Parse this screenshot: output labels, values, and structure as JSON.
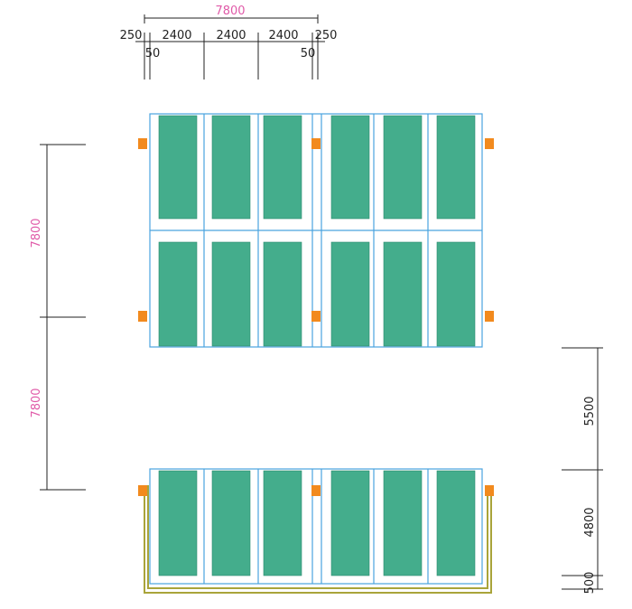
{
  "colors": {
    "panel": "#44ad8c",
    "frame": "#4aa3df",
    "post": "#f28a1e",
    "pink_dimension": "#e05aa8",
    "base": "#a9a43a"
  },
  "top_dims": {
    "total": "7800",
    "left_margin": "250",
    "right_margin": "250",
    "spans": [
      "2400",
      "2400",
      "2400"
    ],
    "left_offset": "50",
    "right_offset": "50"
  },
  "left_dims": {
    "upper": "7800",
    "lower": "7800"
  },
  "right_dims": {
    "upper": "5500",
    "middle": "4800",
    "bottom": "500"
  }
}
